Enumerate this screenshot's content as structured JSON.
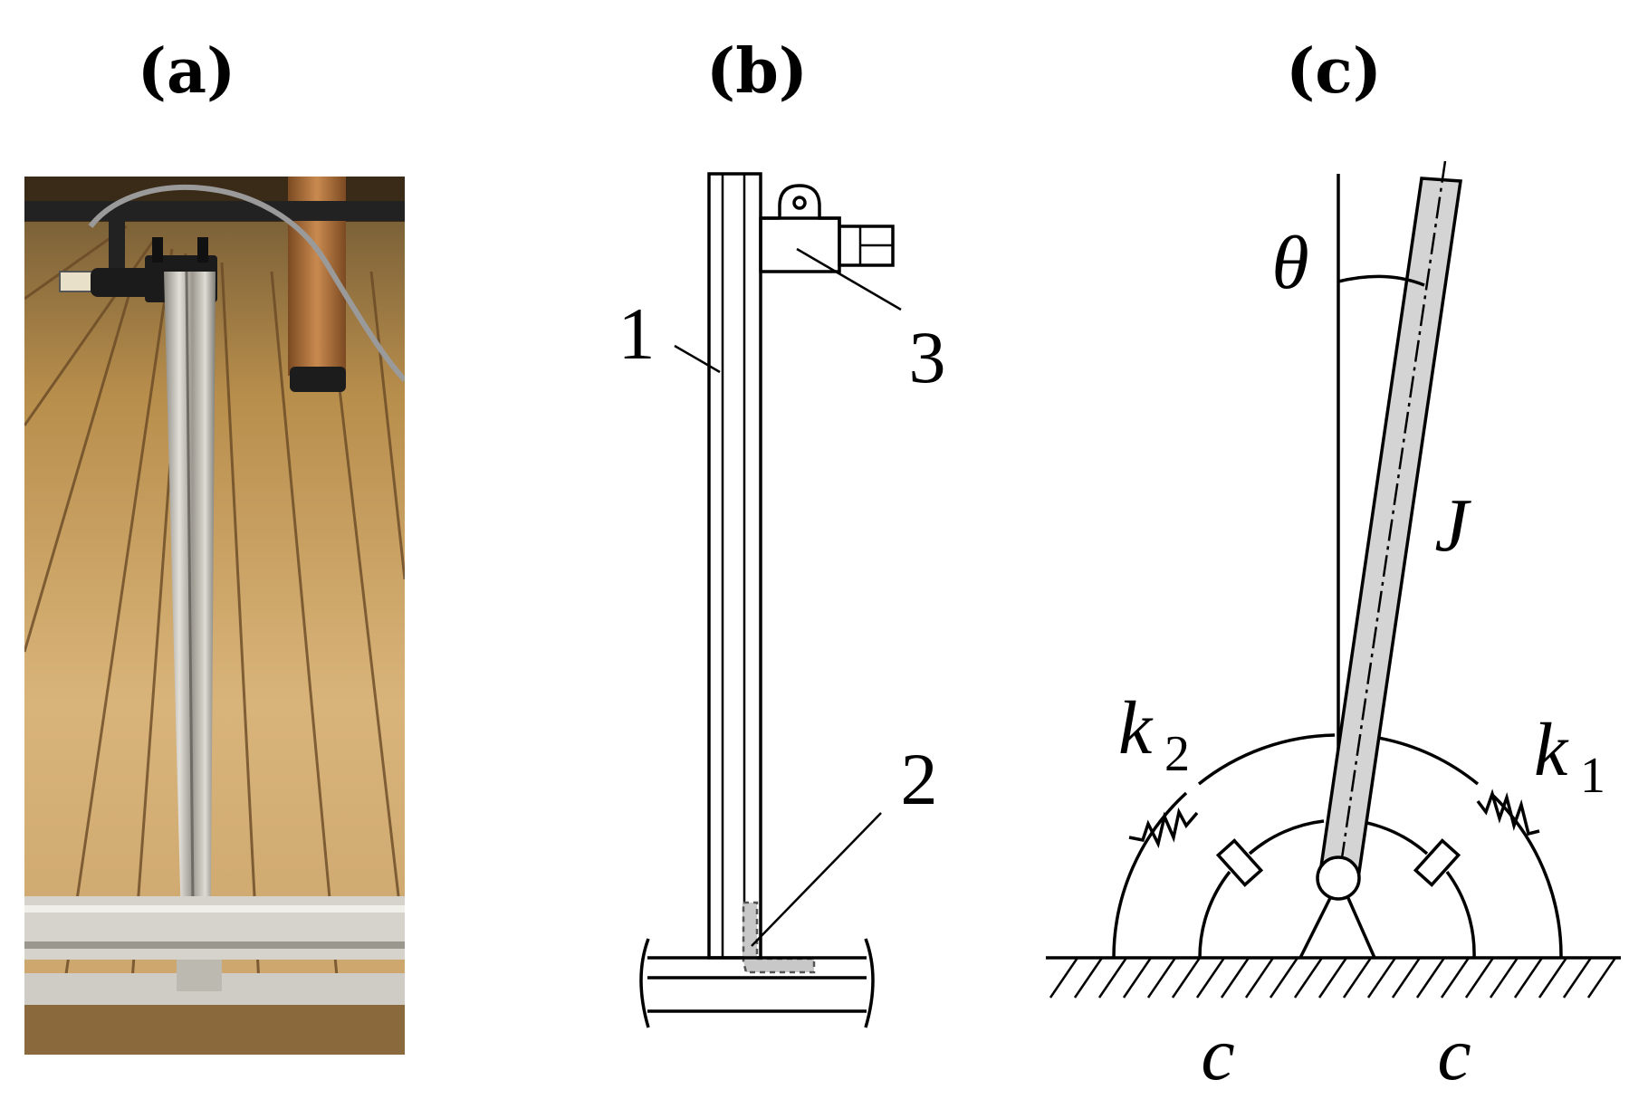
{
  "panels": {
    "a": {
      "label": "(a)"
    },
    "b": {
      "label": "(b)",
      "parts": {
        "p1": "1",
        "p2": "2",
        "p3": "3"
      }
    },
    "c": {
      "label": "(c)",
      "angle": "θ",
      "inertia": "J",
      "spring_left": {
        "base": "k",
        "sub": "2"
      },
      "spring_right": {
        "base": "k",
        "sub": "1"
      },
      "damper_left": "c",
      "damper_right": "c"
    }
  },
  "colors": {
    "ink": "#000000",
    "beam_fill": "#d4d4d4",
    "joint_fill": "#b9b9b9",
    "photo_floor": "#c8a163",
    "photo_rail": "#c9c6be"
  }
}
